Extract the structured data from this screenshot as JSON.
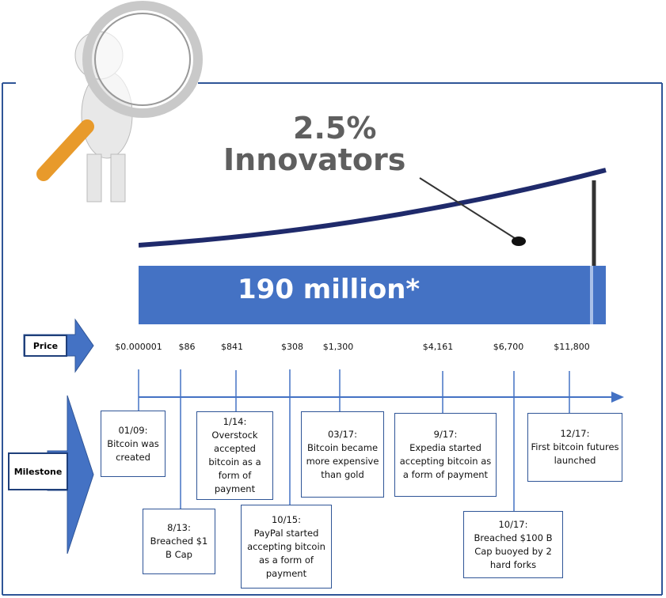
{
  "header": {
    "adoption_label_pct": "2.5%",
    "adoption_label_group": "Innovators",
    "population_label": "190 million*"
  },
  "labels": {
    "price": "Price",
    "milestone": "Milestone"
  },
  "prices": [
    "$0.000001",
    "$86",
    "$841",
    "$308",
    "$1,300",
    "$4,161",
    "$6,700",
    "$11,800"
  ],
  "milestones": [
    {
      "date": "01/09:",
      "text": "Bitcoin was created"
    },
    {
      "date": "8/13:",
      "text": "Breached $1 B Cap"
    },
    {
      "date": "1/14:",
      "text": "Overstock accepted bitcoin as a form of payment"
    },
    {
      "date": "10/15:",
      "text": "PayPal started accepting bitcoin as a form of payment"
    },
    {
      "date": "03/17:",
      "text": "Bitcoin became more expensive than gold"
    },
    {
      "date": "9/17:",
      "text": "Expedia started accepting bitcoin as a form of payment"
    },
    {
      "date": "10/17:",
      "text": "Breached $100 B Cap buoyed by 2 hard forks"
    },
    {
      "date": "12/17:",
      "text": "First bitcoin futures launched"
    }
  ],
  "colors": {
    "accent": "#4472c4",
    "border": "#2f5597",
    "curve": "#1f2a6b"
  }
}
